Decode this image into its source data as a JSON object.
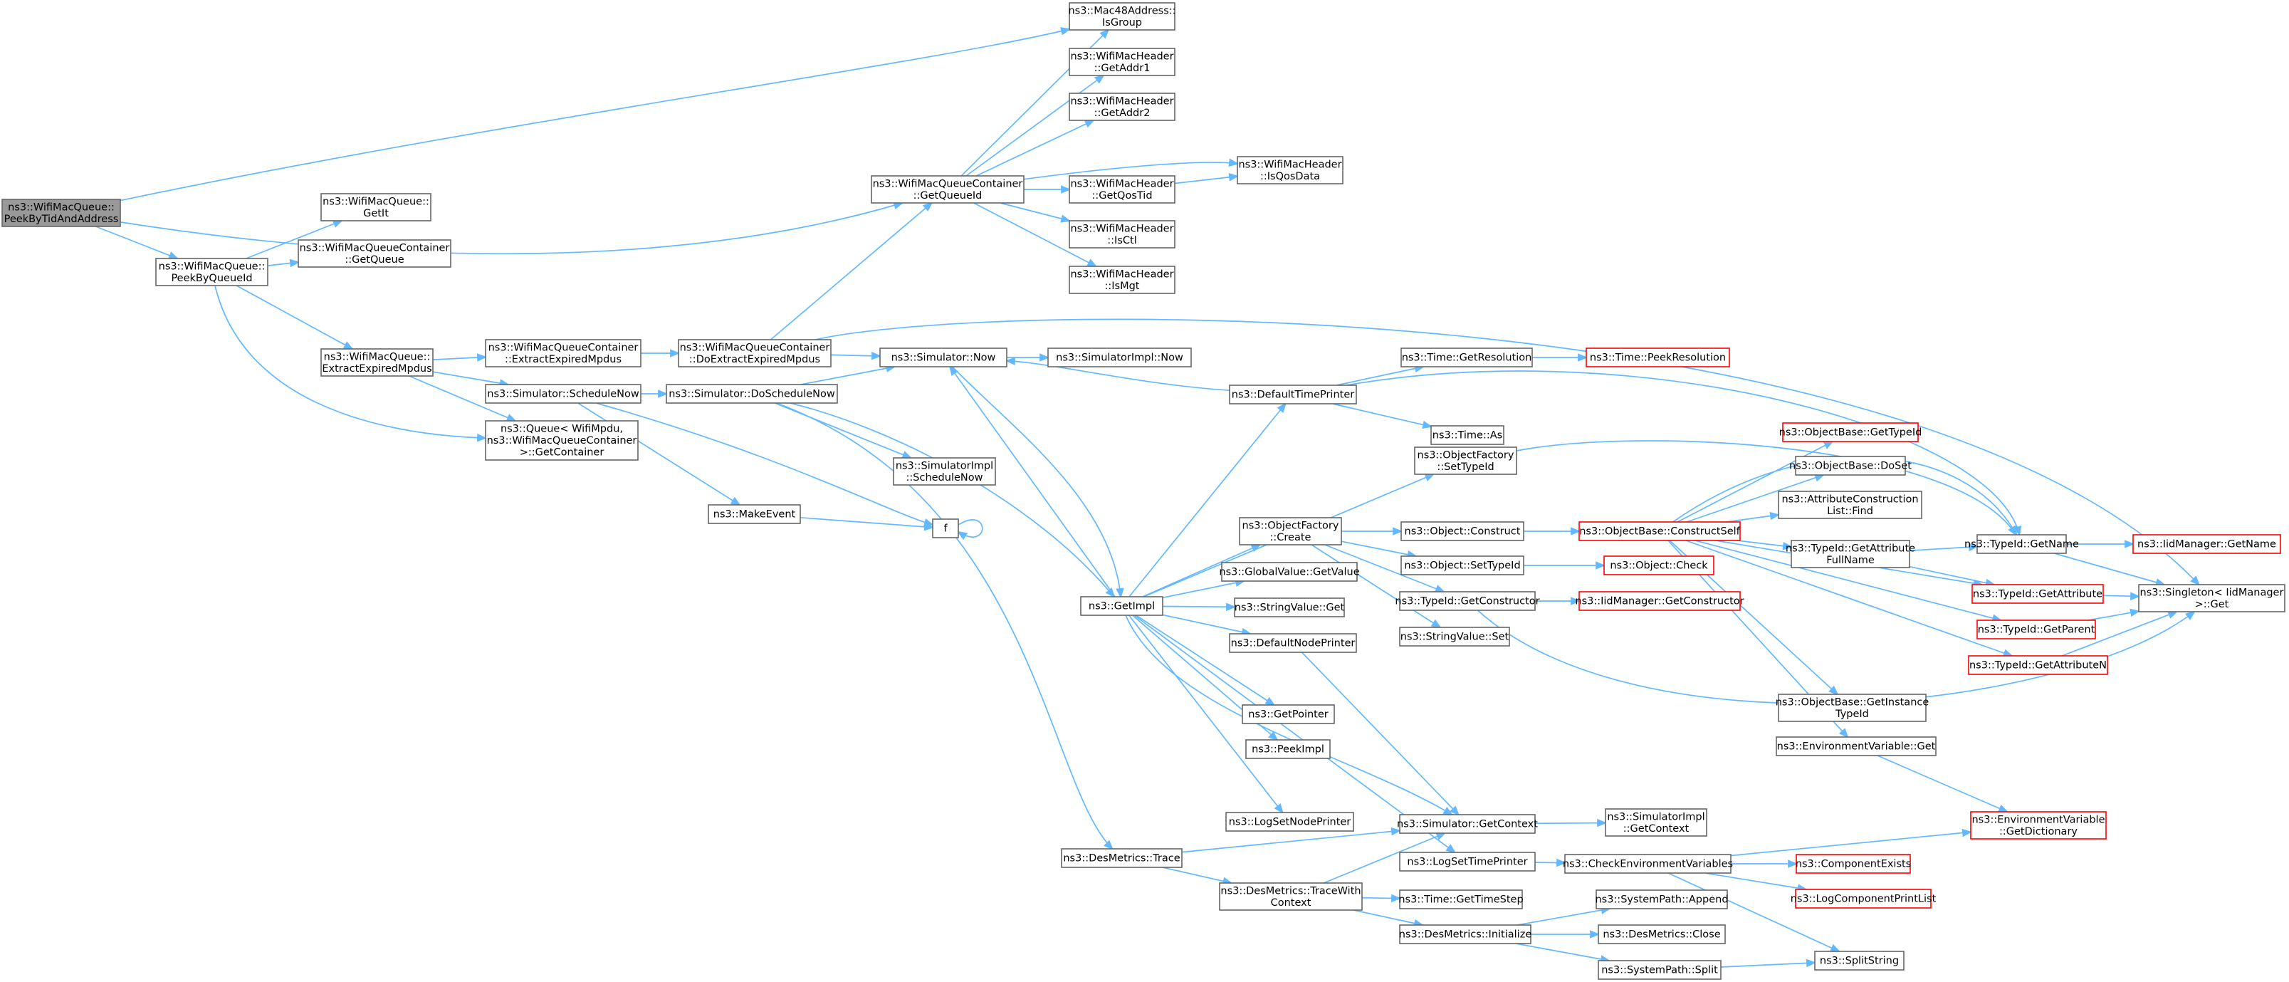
{
  "colors": {
    "node_border": "#666666",
    "node_border_red": "#ff0000",
    "node_fill": "#ffffff",
    "root_fill": "#999999",
    "edge": "#63b8ff"
  },
  "nodes": [
    {
      "id": "peekTid",
      "lines": [
        "ns3::WifiMacQueue::",
        "PeekByTidAndAddress"
      ],
      "root": true
    },
    {
      "id": "peekQid",
      "lines": [
        "ns3::WifiMacQueue::",
        "PeekByQueueId"
      ]
    },
    {
      "id": "getIt",
      "lines": [
        "ns3::WifiMacQueue::",
        "GetIt"
      ]
    },
    {
      "id": "getQueue",
      "lines": [
        "ns3::WifiMacQueueContainer",
        "::GetQueue"
      ]
    },
    {
      "id": "extractWmq",
      "lines": [
        "ns3::WifiMacQueue::",
        "ExtractExpiredMpdus"
      ]
    },
    {
      "id": "extractWmqc",
      "lines": [
        "ns3::WifiMacQueueContainer",
        "::ExtractExpiredMpdus"
      ]
    },
    {
      "id": "doExtract",
      "lines": [
        "ns3::WifiMacQueueContainer",
        "::DoExtractExpiredMpdus"
      ]
    },
    {
      "id": "getQueueId",
      "lines": [
        "ns3::WifiMacQueueContainer",
        "::GetQueueId"
      ]
    },
    {
      "id": "isGroup",
      "lines": [
        "ns3::Mac48Address::",
        "IsGroup"
      ]
    },
    {
      "id": "getAddr1",
      "lines": [
        "ns3::WifiMacHeader",
        "::GetAddr1"
      ]
    },
    {
      "id": "getAddr2",
      "lines": [
        "ns3::WifiMacHeader",
        "::GetAddr2"
      ]
    },
    {
      "id": "getQosTid",
      "lines": [
        "ns3::WifiMacHeader",
        "::GetQosTid"
      ]
    },
    {
      "id": "isQosData",
      "lines": [
        "ns3::WifiMacHeader",
        "::IsQosData"
      ]
    },
    {
      "id": "isCtl",
      "lines": [
        "ns3::WifiMacHeader",
        "::IsCtl"
      ]
    },
    {
      "id": "isMgt",
      "lines": [
        "ns3::WifiMacHeader",
        "::IsMgt"
      ]
    },
    {
      "id": "schedNow",
      "lines": [
        "ns3::Simulator::ScheduleNow"
      ]
    },
    {
      "id": "queueGetContainer",
      "lines": [
        "ns3::Queue< WifiMpdu,",
        "ns3::WifiMacQueueContainer",
        ">::GetContainer"
      ]
    },
    {
      "id": "makeEvent",
      "lines": [
        "ns3::MakeEvent"
      ]
    },
    {
      "id": "f",
      "lines": [
        "f"
      ]
    },
    {
      "id": "doSchedNow",
      "lines": [
        "ns3::Simulator::DoScheduleNow"
      ]
    },
    {
      "id": "simNow",
      "lines": [
        "ns3::Simulator::Now"
      ]
    },
    {
      "id": "simImplNow",
      "lines": [
        "ns3::SimulatorImpl::Now"
      ]
    },
    {
      "id": "simImplSched",
      "lines": [
        "ns3::SimulatorImpl",
        "::ScheduleNow"
      ]
    },
    {
      "id": "getImpl",
      "lines": [
        "ns3::GetImpl"
      ]
    },
    {
      "id": "desTrace",
      "lines": [
        "ns3::DesMetrics::Trace"
      ]
    },
    {
      "id": "desTraceCtx",
      "lines": [
        "ns3::DesMetrics::TraceWith",
        "Context"
      ]
    },
    {
      "id": "defTimePrinter",
      "lines": [
        "ns3::DefaultTimePrinter"
      ]
    },
    {
      "id": "timeGetRes",
      "lines": [
        "ns3::Time::GetResolution"
      ]
    },
    {
      "id": "timePeekRes",
      "lines": [
        "ns3::Time::PeekResolution"
      ],
      "red": true
    },
    {
      "id": "timeAs",
      "lines": [
        "ns3::Time::As"
      ]
    },
    {
      "id": "ofSetTypeId",
      "lines": [
        "ns3::ObjectFactory",
        "::SetTypeId"
      ]
    },
    {
      "id": "ofCreate",
      "lines": [
        "ns3::ObjectFactory",
        "::Create"
      ]
    },
    {
      "id": "gvGetValue",
      "lines": [
        "ns3::GlobalValue::GetValue"
      ]
    },
    {
      "id": "svGet",
      "lines": [
        "ns3::StringValue::Get"
      ]
    },
    {
      "id": "defNodePrinter",
      "lines": [
        "ns3::DefaultNodePrinter"
      ]
    },
    {
      "id": "getPointer",
      "lines": [
        "ns3::GetPointer"
      ]
    },
    {
      "id": "peekImpl",
      "lines": [
        "ns3::PeekImpl"
      ]
    },
    {
      "id": "logSetNode",
      "lines": [
        "ns3::LogSetNodePrinter"
      ]
    },
    {
      "id": "logSetTime",
      "lines": [
        "ns3::LogSetTimePrinter"
      ]
    },
    {
      "id": "simGetCtx",
      "lines": [
        "ns3::Simulator::GetContext"
      ]
    },
    {
      "id": "simImplGetCtx",
      "lines": [
        "ns3::SimulatorImpl",
        "::GetContext"
      ]
    },
    {
      "id": "objConstruct",
      "lines": [
        "ns3::Object::Construct"
      ]
    },
    {
      "id": "objSetTypeId",
      "lines": [
        "ns3::Object::SetTypeId"
      ]
    },
    {
      "id": "tidGetCtor",
      "lines": [
        "ns3::TypeId::GetConstructor"
      ]
    },
    {
      "id": "svSet",
      "lines": [
        "ns3::StringValue::Set"
      ]
    },
    {
      "id": "obConstructSelf",
      "lines": [
        "ns3::ObjectBase::ConstructSelf"
      ],
      "red": true
    },
    {
      "id": "objCheck",
      "lines": [
        "ns3::Object::Check"
      ],
      "red": true
    },
    {
      "id": "iidGetCtor",
      "lines": [
        "ns3::IidManager::GetConstructor"
      ],
      "red": true
    },
    {
      "id": "obGetTypeId",
      "lines": [
        "ns3::ObjectBase::GetTypeId"
      ],
      "red": true
    },
    {
      "id": "obDoSet",
      "lines": [
        "ns3::ObjectBase::DoSet"
      ]
    },
    {
      "id": "acFind",
      "lines": [
        "ns3::AttributeConstruction",
        "List::Find"
      ]
    },
    {
      "id": "tidGetAttrFull",
      "lines": [
        "ns3::TypeId::GetAttribute",
        "FullName"
      ]
    },
    {
      "id": "tidGetName",
      "lines": [
        "ns3::TypeId::GetName"
      ]
    },
    {
      "id": "iidGetName",
      "lines": [
        "ns3::IidManager::GetName"
      ],
      "red": true
    },
    {
      "id": "tidGetAttr",
      "lines": [
        "ns3::TypeId::GetAttribute"
      ],
      "red": true
    },
    {
      "id": "tidGetParent",
      "lines": [
        "ns3::TypeId::GetParent"
      ],
      "red": true
    },
    {
      "id": "tidGetAttrN",
      "lines": [
        "ns3::TypeId::GetAttributeN"
      ],
      "red": true
    },
    {
      "id": "singletonGet",
      "lines": [
        "ns3::Singleton< IidManager",
        ">::Get"
      ]
    },
    {
      "id": "obGetInstTid",
      "lines": [
        "ns3::ObjectBase::GetInstance",
        "TypeId"
      ]
    },
    {
      "id": "envGet",
      "lines": [
        "ns3::EnvironmentVariable::Get"
      ]
    },
    {
      "id": "envGetDict",
      "lines": [
        "ns3::EnvironmentVariable",
        "::GetDictionary"
      ],
      "red": true
    },
    {
      "id": "checkEnv",
      "lines": [
        "ns3::CheckEnvironmentVariables"
      ]
    },
    {
      "id": "compExists",
      "lines": [
        "ns3::ComponentExists"
      ],
      "red": true
    },
    {
      "id": "logCompPrint",
      "lines": [
        "ns3::LogComponentPrintList"
      ],
      "red": true
    },
    {
      "id": "timeGetStep",
      "lines": [
        "ns3::Time::GetTimeStep"
      ]
    },
    {
      "id": "desInit",
      "lines": [
        "ns3::DesMetrics::Initialize"
      ]
    },
    {
      "id": "spAppend",
      "lines": [
        "ns3::SystemPath::Append"
      ]
    },
    {
      "id": "desClose",
      "lines": [
        "ns3::DesMetrics::Close"
      ]
    },
    {
      "id": "spSplit",
      "lines": [
        "ns3::SystemPath::Split"
      ]
    },
    {
      "id": "splitString",
      "lines": [
        "ns3::SplitString"
      ]
    }
  ]
}
